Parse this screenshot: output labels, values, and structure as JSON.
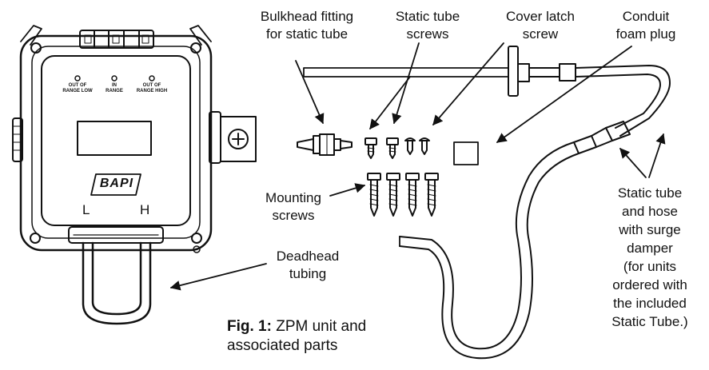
{
  "labels": {
    "bulkhead": [
      "Bulkhead fitting",
      "for static tube"
    ],
    "static_screws": [
      "Static tube",
      "screws"
    ],
    "cover_latch": [
      "Cover latch",
      "screw"
    ],
    "conduit": [
      "Conduit",
      "foam plug"
    ],
    "mounting": [
      "Mounting",
      "screws"
    ],
    "deadhead": [
      "Deadhead",
      "tubing"
    ],
    "static_hose": [
      "Static tube",
      "and hose",
      "with surge",
      "damper",
      "(for units",
      "ordered with",
      "the included",
      "Static Tube.)"
    ]
  },
  "device": {
    "led_labels": [
      [
        "OUT OF",
        "RANGE LOW"
      ],
      [
        "IN",
        "RANGE"
      ],
      [
        "OUT OF",
        "RANGE HIGH"
      ]
    ],
    "logo_text": "BAPI",
    "low_label": "L",
    "high_label": "H"
  },
  "caption": {
    "prefix": "Fig. 1:",
    "line1": " ZPM unit and",
    "line2": "associated parts"
  }
}
